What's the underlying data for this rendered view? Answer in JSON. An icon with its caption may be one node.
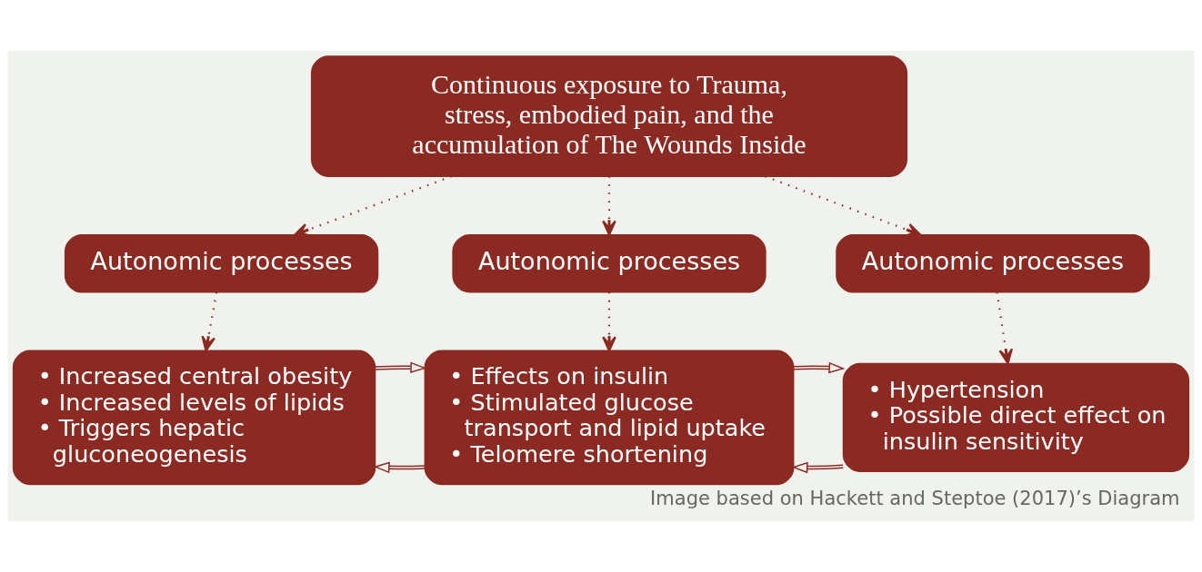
{
  "diagram": {
    "caption": "Image based on Hackett and Steptoe (2017)’s Diagram",
    "nodes": [
      {
        "text": [
          "Continuous exposure to Trauma, stress, embodied pain, and the accumulation of The Wounds Inside"
        ]
      },
      {
        "text": [
          "Autonomic processes"
        ]
      },
      {
        "text": [
          "Autonomic processes"
        ]
      },
      {
        "text": [
          "Autonomic processes"
        ]
      },
      {
        "text": [
          "• Increased central obesity",
          "• Increased levels of lipids",
          "• Triggers hepatic gluconeogenesis"
        ]
      },
      {
        "text": [
          "• Effects on insulin",
          "• Stimulated glucose transport and lipid uptake",
          "• Telomere shortening"
        ]
      },
      {
        "text": [
          "• Hypertension",
          "• Possible direct effect on insulin sensitivity"
        ]
      }
    ],
    "edges": [
      {
        "from": 0,
        "to": 1,
        "arrow": "to",
        "style": "dashed"
      },
      {
        "from": 0,
        "to": 2,
        "arrow": "to",
        "style": "dashed"
      },
      {
        "from": 0,
        "to": 3,
        "arrow": "to",
        "style": "dashed"
      },
      {
        "from": 1,
        "to": 4,
        "arrow": "to",
        "style": "dashed"
      },
      {
        "from": 2,
        "to": 5,
        "arrow": "to",
        "style": "dashed"
      },
      {
        "from": 3,
        "to": 6,
        "arrow": "to",
        "style": "dashed"
      },
      {
        "from": 5,
        "to": 4,
        "arrow": "to"
      },
      {
        "from": 4,
        "to": 5,
        "arrow": "to"
      },
      {
        "from": 6,
        "to": 5,
        "arrow": "to"
      },
      {
        "from": 5,
        "to": 6,
        "arrow": "to"
      }
    ]
  }
}
